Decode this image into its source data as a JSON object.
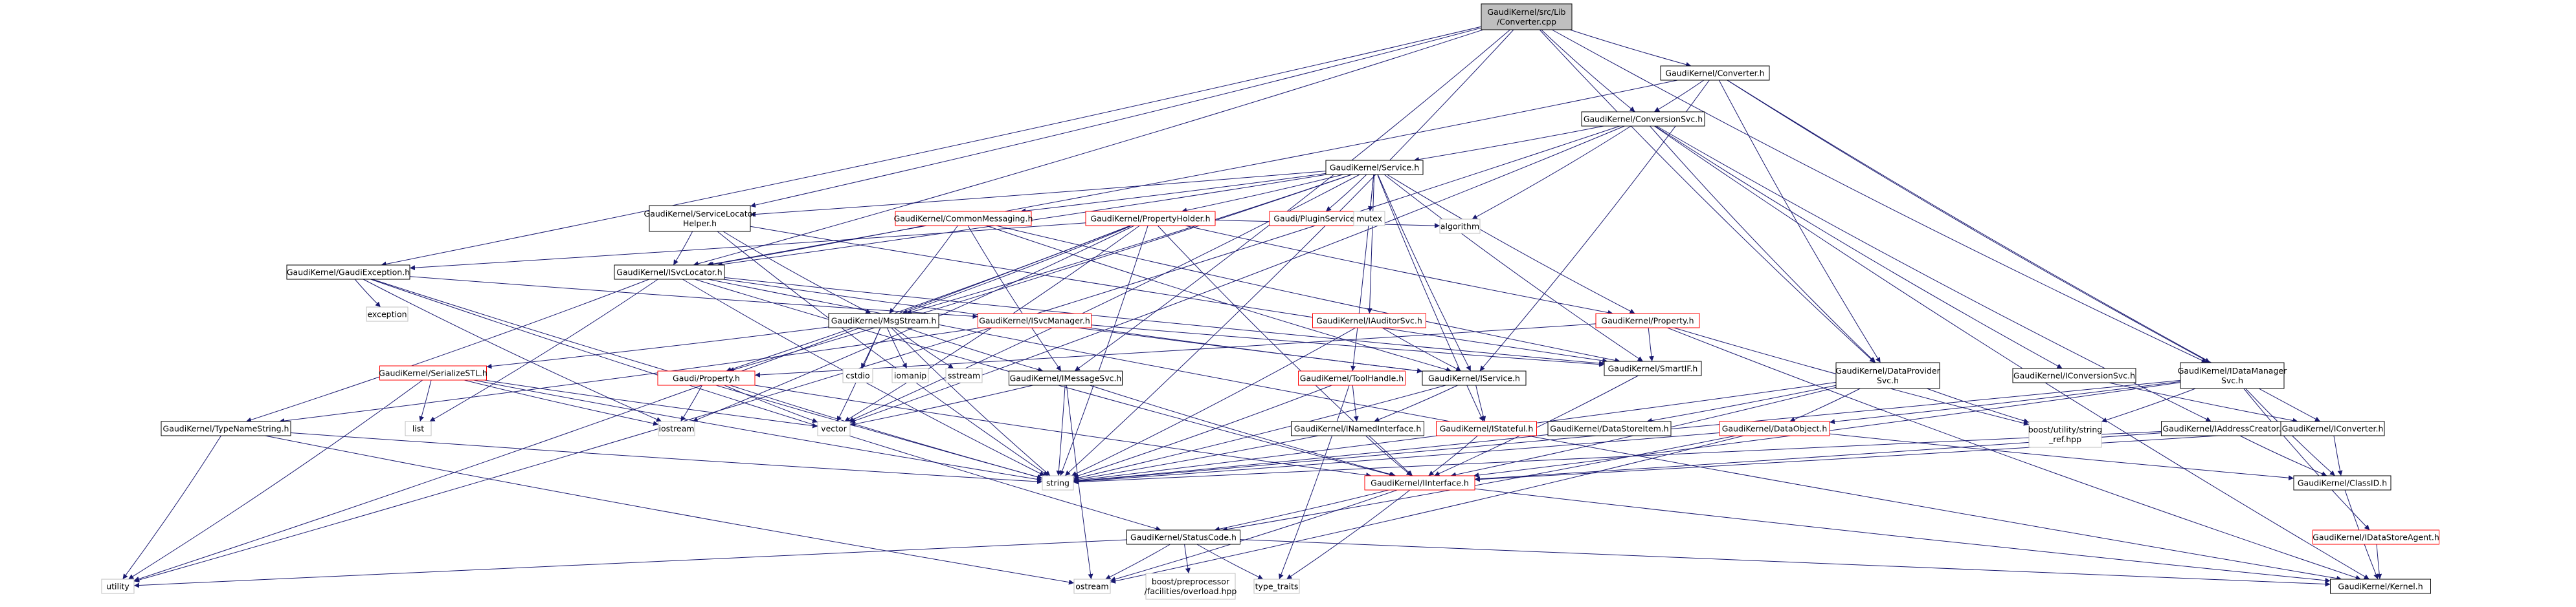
{
  "colors": {
    "edge": "#191970",
    "node_border": "#000000",
    "node_red_border": "#ff0000",
    "node_fill": "#ffffff",
    "root_fill": "#bfbfbf",
    "leaf_border": "#bfbfbf",
    "text": "#000000"
  },
  "nodes": [
    {
      "id": "root",
      "label": [
        "GaudiKernel/src/Lib",
        "/Converter.cpp"
      ],
      "style": "root"
    },
    {
      "id": "converter_h",
      "label": [
        "GaudiKernel/Converter.h"
      ],
      "style": "normal"
    },
    {
      "id": "conversionsvc_h",
      "label": [
        "GaudiKernel/ConversionSvc.h"
      ],
      "style": "normal"
    },
    {
      "id": "service_h",
      "label": [
        "GaudiKernel/Service.h"
      ],
      "style": "normal"
    },
    {
      "id": "servicelocatorhelper_h",
      "label": [
        "GaudiKernel/ServiceLocator",
        "Helper.h"
      ],
      "style": "normal"
    },
    {
      "id": "commonmessaging_h",
      "label": [
        "GaudiKernel/CommonMessaging.h"
      ],
      "style": "red"
    },
    {
      "id": "propertyholder_h",
      "label": [
        "GaudiKernel/PropertyHolder.h"
      ],
      "style": "red"
    },
    {
      "id": "pluginservice_h",
      "label": [
        "Gaudi/PluginService.h"
      ],
      "style": "red"
    },
    {
      "id": "mutex",
      "label": [
        "mutex"
      ],
      "style": "leaf"
    },
    {
      "id": "algorithm",
      "label": [
        "algorithm"
      ],
      "style": "leaf"
    },
    {
      "id": "gaudiexception_h",
      "label": [
        "GaudiKernel/GaudiException.h"
      ],
      "style": "normal"
    },
    {
      "id": "exception",
      "label": [
        "exception"
      ],
      "style": "leaf"
    },
    {
      "id": "isvclocator_h",
      "label": [
        "GaudiKernel/ISvcLocator.h"
      ],
      "style": "normal"
    },
    {
      "id": "msgstream_h",
      "label": [
        "GaudiKernel/MsgStream.h"
      ],
      "style": "normal"
    },
    {
      "id": "isvcmanager_h",
      "label": [
        "GaudiKernel/ISvcManager.h"
      ],
      "style": "red"
    },
    {
      "id": "iauditorsvc_h",
      "label": [
        "GaudiKernel/IAuditorSvc.h"
      ],
      "style": "red"
    },
    {
      "id": "property_h_gk",
      "label": [
        "GaudiKernel/Property.h"
      ],
      "style": "red"
    },
    {
      "id": "smartif_h",
      "label": [
        "GaudiKernel/SmartIF.h"
      ],
      "style": "normal"
    },
    {
      "id": "dataprovidersvc_h",
      "label": [
        "GaudiKernel/DataProvider",
        "Svc.h"
      ],
      "style": "normal"
    },
    {
      "id": "iconversionsvc_h",
      "label": [
        "GaudiKernel/IConversionSvc.h"
      ],
      "style": "normal"
    },
    {
      "id": "datamanagersvc_h",
      "label": [
        "GaudiKernel/IDataManager",
        "Svc.h"
      ],
      "style": "normal"
    },
    {
      "id": "serializestl_h",
      "label": [
        "GaudiKernel/SerializeSTL.h"
      ],
      "style": "red"
    },
    {
      "id": "cstdio",
      "label": [
        "cstdio"
      ],
      "style": "leaf"
    },
    {
      "id": "iomanip",
      "label": [
        "iomanip"
      ],
      "style": "leaf"
    },
    {
      "id": "sstream",
      "label": [
        "sstream"
      ],
      "style": "leaf"
    },
    {
      "id": "property_h_g",
      "label": [
        "Gaudi/Property.h"
      ],
      "style": "red"
    },
    {
      "id": "imessagesvc_h",
      "label": [
        "GaudiKernel/IMessageSvc.h"
      ],
      "style": "normal"
    },
    {
      "id": "toolhandle_h",
      "label": [
        "GaudiKernel/ToolHandle.h"
      ],
      "style": "red"
    },
    {
      "id": "iservice_h",
      "label": [
        "GaudiKernel/IService.h"
      ],
      "style": "normal"
    },
    {
      "id": "list",
      "label": [
        "list"
      ],
      "style": "leaf"
    },
    {
      "id": "iostream",
      "label": [
        "iostream"
      ],
      "style": "leaf"
    },
    {
      "id": "vector",
      "label": [
        "vector"
      ],
      "style": "leaf"
    },
    {
      "id": "inamedinterface_h",
      "label": [
        "GaudiKernel/INamedInterface.h"
      ],
      "style": "normal"
    },
    {
      "id": "istateful_h",
      "label": [
        "GaudiKernel/IStateful.h"
      ],
      "style": "red"
    },
    {
      "id": "datastoreitem_h",
      "label": [
        "GaudiKernel/DataStoreItem.h"
      ],
      "style": "normal"
    },
    {
      "id": "dataobject_h",
      "label": [
        "GaudiKernel/DataObject.h"
      ],
      "style": "red"
    },
    {
      "id": "boost_string_ref",
      "label": [
        "boost/utility/string",
        "_ref.hpp"
      ],
      "style": "leaf"
    },
    {
      "id": "iaddresscreator_h",
      "label": [
        "GaudiKernel/IAddressCreator.h"
      ],
      "style": "normal"
    },
    {
      "id": "iconverter_h",
      "label": [
        "GaudiKernel/IConverter.h"
      ],
      "style": "normal"
    },
    {
      "id": "typenamestring_h",
      "label": [
        "GaudiKernel/TypeNameString.h"
      ],
      "style": "normal"
    },
    {
      "id": "string",
      "label": [
        "string"
      ],
      "style": "leaf"
    },
    {
      "id": "iinterface_h",
      "label": [
        "GaudiKernel/IInterface.h"
      ],
      "style": "red"
    },
    {
      "id": "classid_h",
      "label": [
        "GaudiKernel/ClassID.h"
      ],
      "style": "normal"
    },
    {
      "id": "idatastoreagent_h",
      "label": [
        "GaudiKernel/IDataStoreAgent.h"
      ],
      "style": "red"
    },
    {
      "id": "statuscode_h",
      "label": [
        "GaudiKernel/StatusCode.h"
      ],
      "style": "normal"
    },
    {
      "id": "utility",
      "label": [
        "utility"
      ],
      "style": "leaf"
    },
    {
      "id": "ostream",
      "label": [
        "ostream"
      ],
      "style": "leaf"
    },
    {
      "id": "boost_overload",
      "label": [
        "boost/preprocessor",
        "/facilities/overload.hpp"
      ],
      "style": "leaf"
    },
    {
      "id": "type_traits",
      "label": [
        "type_traits"
      ],
      "style": "leaf"
    },
    {
      "id": "kernel_h",
      "label": [
        "GaudiKernel/Kernel.h"
      ],
      "style": "normal"
    }
  ],
  "edges": [
    [
      "root",
      "converter_h"
    ],
    [
      "root",
      "conversionsvc_h"
    ],
    [
      "root",
      "servicelocatorhelper_h"
    ],
    [
      "root",
      "gaudiexception_h"
    ],
    [
      "root",
      "isvclocator_h"
    ],
    [
      "root",
      "imessagesvc_h"
    ],
    [
      "root",
      "dataprovidersvc_h"
    ],
    [
      "root",
      "datamanagersvc_h"
    ],
    [
      "root",
      "string"
    ],
    [
      "converter_h",
      "conversionsvc_h"
    ],
    [
      "converter_h",
      "iconverter_h"
    ],
    [
      "converter_h",
      "datamanagersvc_h"
    ],
    [
      "converter_h",
      "dataprovidersvc_h"
    ],
    [
      "converter_h",
      "iservice_h"
    ],
    [
      "converter_h",
      "isvclocator_h"
    ],
    [
      "conversionsvc_h",
      "service_h"
    ],
    [
      "conversionsvc_h",
      "iconversionsvc_h"
    ],
    [
      "conversionsvc_h",
      "iaddresscreator_h"
    ],
    [
      "conversionsvc_h",
      "dataprovidersvc_h"
    ],
    [
      "conversionsvc_h",
      "algorithm"
    ],
    [
      "conversionsvc_h",
      "utility"
    ],
    [
      "conversionsvc_h",
      "vector"
    ],
    [
      "conversionsvc_h",
      "kernel_h"
    ],
    [
      "service_h",
      "servicelocatorhelper_h"
    ],
    [
      "service_h",
      "commonmessaging_h"
    ],
    [
      "service_h",
      "propertyholder_h"
    ],
    [
      "service_h",
      "pluginservice_h"
    ],
    [
      "service_h",
      "mutex"
    ],
    [
      "service_h",
      "isvclocator_h"
    ],
    [
      "service_h",
      "iauditorsvc_h"
    ],
    [
      "service_h",
      "property_h_gk"
    ],
    [
      "service_h",
      "smartif_h"
    ],
    [
      "service_h",
      "iservice_h"
    ],
    [
      "service_h",
      "toolhandle_h"
    ],
    [
      "service_h",
      "msgstream_h"
    ],
    [
      "service_h",
      "property_h_g"
    ],
    [
      "service_h",
      "istateful_h"
    ],
    [
      "service_h",
      "vector"
    ],
    [
      "servicelocatorhelper_h",
      "isvclocator_h"
    ],
    [
      "servicelocatorhelper_h",
      "smartif_h"
    ],
    [
      "servicelocatorhelper_h",
      "msgstream_h"
    ],
    [
      "servicelocatorhelper_h",
      "string"
    ],
    [
      "commonmessaging_h",
      "isvclocator_h"
    ],
    [
      "commonmessaging_h",
      "msgstream_h"
    ],
    [
      "commonmessaging_h",
      "imessagesvc_h"
    ],
    [
      "commonmessaging_h",
      "smartif_h"
    ],
    [
      "commonmessaging_h",
      "iservice_h"
    ],
    [
      "propertyholder_h",
      "gaudiexception_h"
    ],
    [
      "propertyholder_h",
      "property_h_gk"
    ],
    [
      "propertyholder_h",
      "msgstream_h"
    ],
    [
      "propertyholder_h",
      "algorithm"
    ],
    [
      "propertyholder_h",
      "iostream"
    ],
    [
      "propertyholder_h",
      "vector"
    ],
    [
      "propertyholder_h",
      "string"
    ],
    [
      "propertyholder_h",
      "iinterface_h"
    ],
    [
      "propertyholder_h",
      "property_h_g"
    ],
    [
      "propertyholder_h",
      "utility"
    ],
    [
      "gaudiexception_h",
      "exception"
    ],
    [
      "gaudiexception_h",
      "statuscode_h"
    ],
    [
      "gaudiexception_h",
      "string"
    ],
    [
      "gaudiexception_h",
      "iostream"
    ],
    [
      "gaudiexception_h",
      "isvcmanager_h"
    ],
    [
      "isvclocator_h",
      "typenamestring_h"
    ],
    [
      "isvclocator_h",
      "iinterface_h"
    ],
    [
      "isvclocator_h",
      "smartif_h"
    ],
    [
      "isvclocator_h",
      "list"
    ],
    [
      "isvclocator_h",
      "string"
    ],
    [
      "isvclocator_h",
      "kernel_h"
    ],
    [
      "isvclocator_h",
      "iservice_h"
    ],
    [
      "msgstream_h",
      "imessagesvc_h"
    ],
    [
      "msgstream_h",
      "serializestl_h"
    ],
    [
      "msgstream_h",
      "cstdio"
    ],
    [
      "msgstream_h",
      "iomanip"
    ],
    [
      "msgstream_h",
      "sstream"
    ],
    [
      "msgstream_h",
      "string"
    ],
    [
      "msgstream_h",
      "vector"
    ],
    [
      "isvcmanager_h",
      "iservice_h"
    ],
    [
      "isvcmanager_h",
      "smartif_h"
    ],
    [
      "isvcmanager_h",
      "typenamestring_h"
    ],
    [
      "iauditorsvc_h",
      "iservice_h"
    ],
    [
      "iauditorsvc_h",
      "string"
    ],
    [
      "property_h_gk",
      "property_h_g"
    ],
    [
      "property_h_gk",
      "smartif_h"
    ],
    [
      "property_h_gk",
      "boost_string_ref"
    ],
    [
      "property_h_gk",
      "kernel_h"
    ],
    [
      "smartif_h",
      "iinterface_h"
    ],
    [
      "dataprovidersvc_h",
      "datastoreitem_h"
    ],
    [
      "dataprovidersvc_h",
      "dataobject_h"
    ],
    [
      "dataprovidersvc_h",
      "iinterface_h"
    ],
    [
      "dataprovidersvc_h",
      "boost_string_ref"
    ],
    [
      "dataprovidersvc_h",
      "string"
    ],
    [
      "iconversionsvc_h",
      "iconverter_h"
    ],
    [
      "datamanagersvc_h",
      "iinterface_h"
    ],
    [
      "datamanagersvc_h",
      "classid_h"
    ],
    [
      "datamanagersvc_h",
      "idatastoreagent_h"
    ],
    [
      "datamanagersvc_h",
      "string"
    ],
    [
      "datamanagersvc_h",
      "boost_string_ref"
    ],
    [
      "datamanagersvc_h",
      "dataobject_h"
    ],
    [
      "serializestl_h",
      "list"
    ],
    [
      "serializestl_h",
      "vector"
    ],
    [
      "serializestl_h",
      "utility"
    ],
    [
      "serializestl_h",
      "iostream"
    ],
    [
      "serializestl_h",
      "string"
    ],
    [
      "property_h_g",
      "iostream"
    ],
    [
      "property_h_g",
      "string"
    ],
    [
      "property_h_g",
      "vector"
    ],
    [
      "property_h_g",
      "iinterface_h"
    ],
    [
      "imessagesvc_h",
      "iinterface_h"
    ],
    [
      "imessagesvc_h",
      "string"
    ],
    [
      "imessagesvc_h",
      "vector"
    ],
    [
      "imessagesvc_h",
      "ostream"
    ],
    [
      "toolhandle_h",
      "inamedinterface_h"
    ],
    [
      "toolhandle_h",
      "string"
    ],
    [
      "toolhandle_h",
      "type_traits"
    ],
    [
      "iservice_h",
      "inamedinterface_h"
    ],
    [
      "iservice_h",
      "istateful_h"
    ],
    [
      "iservice_h",
      "string"
    ],
    [
      "inamedinterface_h",
      "iinterface_h"
    ],
    [
      "inamedinterface_h",
      "string"
    ],
    [
      "istateful_h",
      "iinterface_h"
    ],
    [
      "datastoreitem_h",
      "string"
    ],
    [
      "dataobject_h",
      "classid_h"
    ],
    [
      "dataobject_h",
      "statuscode_h"
    ],
    [
      "dataobject_h",
      "string"
    ],
    [
      "dataobject_h",
      "ostream"
    ],
    [
      "iaddresscreator_h",
      "iinterface_h"
    ],
    [
      "iaddresscreator_h",
      "classid_h"
    ],
    [
      "iaddresscreator_h",
      "string"
    ],
    [
      "iconverter_h",
      "iinterface_h"
    ],
    [
      "iconverter_h",
      "classid_h"
    ],
    [
      "typenamestring_h",
      "string"
    ],
    [
      "typenamestring_h",
      "utility"
    ],
    [
      "typenamestring_h",
      "ostream"
    ],
    [
      "iinterface_h",
      "statuscode_h"
    ],
    [
      "iinterface_h",
      "kernel_h"
    ],
    [
      "iinterface_h",
      "ostream"
    ],
    [
      "iinterface_h",
      "type_traits"
    ],
    [
      "classid_h",
      "kernel_h"
    ],
    [
      "idatastoreagent_h",
      "kernel_h"
    ],
    [
      "statuscode_h",
      "boost_overload"
    ],
    [
      "statuscode_h",
      "ostream"
    ],
    [
      "statuscode_h",
      "utility"
    ],
    [
      "statuscode_h",
      "type_traits"
    ],
    [
      "statuscode_h",
      "kernel_h"
    ]
  ]
}
